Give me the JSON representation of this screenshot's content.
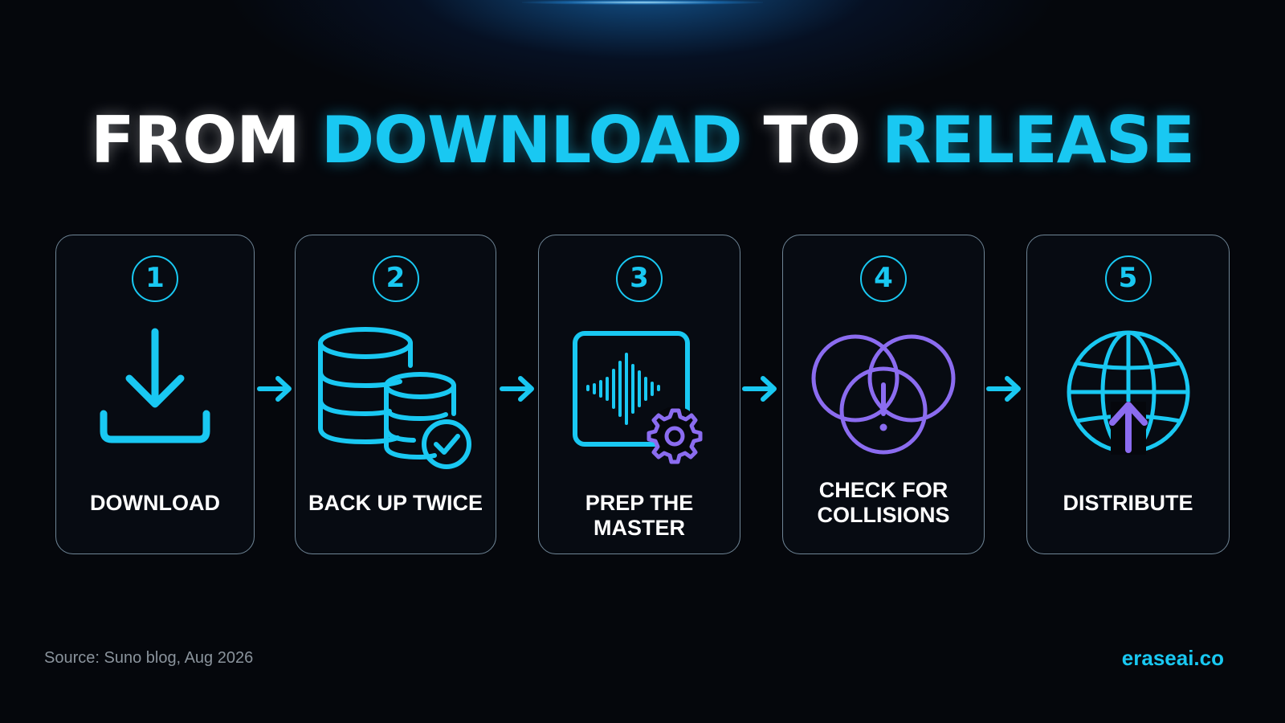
{
  "title": {
    "part1": "FROM ",
    "part2": "DOWNLOAD",
    "part3": " TO ",
    "part4": "RELEASE"
  },
  "colors": {
    "accent": "#19c8f2",
    "accent_secondary": "#8b6cf0",
    "background": "#05070c",
    "card_border": "#6f8596"
  },
  "steps": [
    {
      "number": "1",
      "label": "DOWNLOAD",
      "icon": "download-icon"
    },
    {
      "number": "2",
      "label": "BACK UP TWICE",
      "icon": "database-check-icon"
    },
    {
      "number": "3",
      "label": "PREP THE MASTER",
      "icon": "waveform-gear-icon"
    },
    {
      "number": "4",
      "label_line1": "CHECK FOR",
      "label_line2": "COLLISIONS",
      "icon": "overlap-warning-icon"
    },
    {
      "number": "5",
      "label": "DISTRIBUTE",
      "icon": "globe-upload-icon"
    }
  ],
  "footer": {
    "source": "Source: Suno blog, Aug 2026",
    "brand": "eraseai.co"
  }
}
